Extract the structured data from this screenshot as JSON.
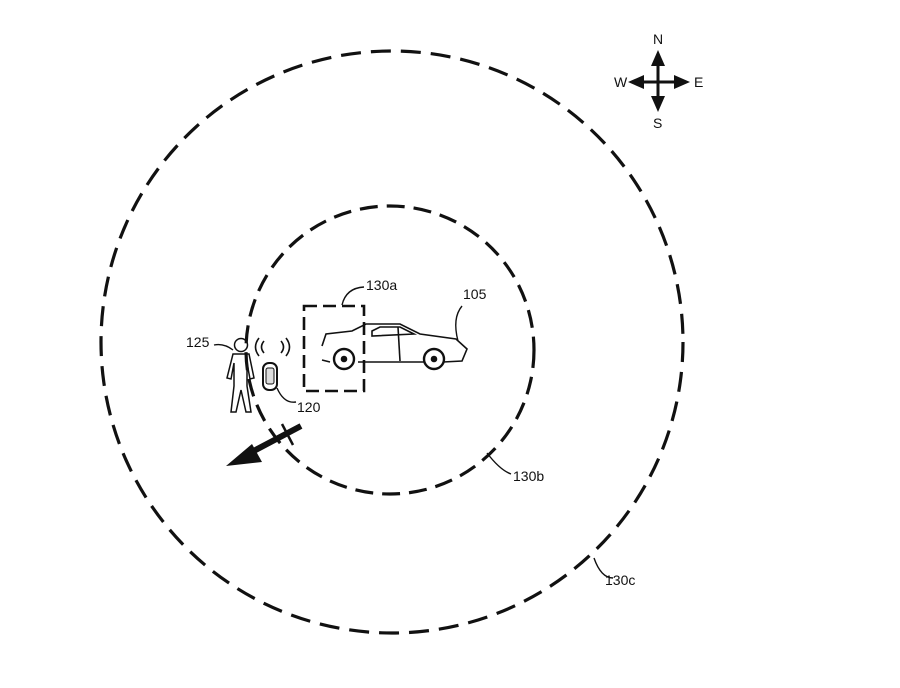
{
  "compass": {
    "north": "N",
    "south": "S",
    "east": "E",
    "west": "W"
  },
  "labels": {
    "vehicle": "105",
    "mobile_device": "120",
    "user": "125",
    "zone_a": "130a",
    "zone_b": "130b",
    "zone_c": "130c"
  },
  "colors": {
    "stroke": "#111111",
    "background": "#ffffff"
  },
  "icons": [
    "compass-rose-icon",
    "car-icon",
    "person-icon",
    "phone-icon",
    "wireless-signal-icon",
    "direction-arrow-icon"
  ]
}
